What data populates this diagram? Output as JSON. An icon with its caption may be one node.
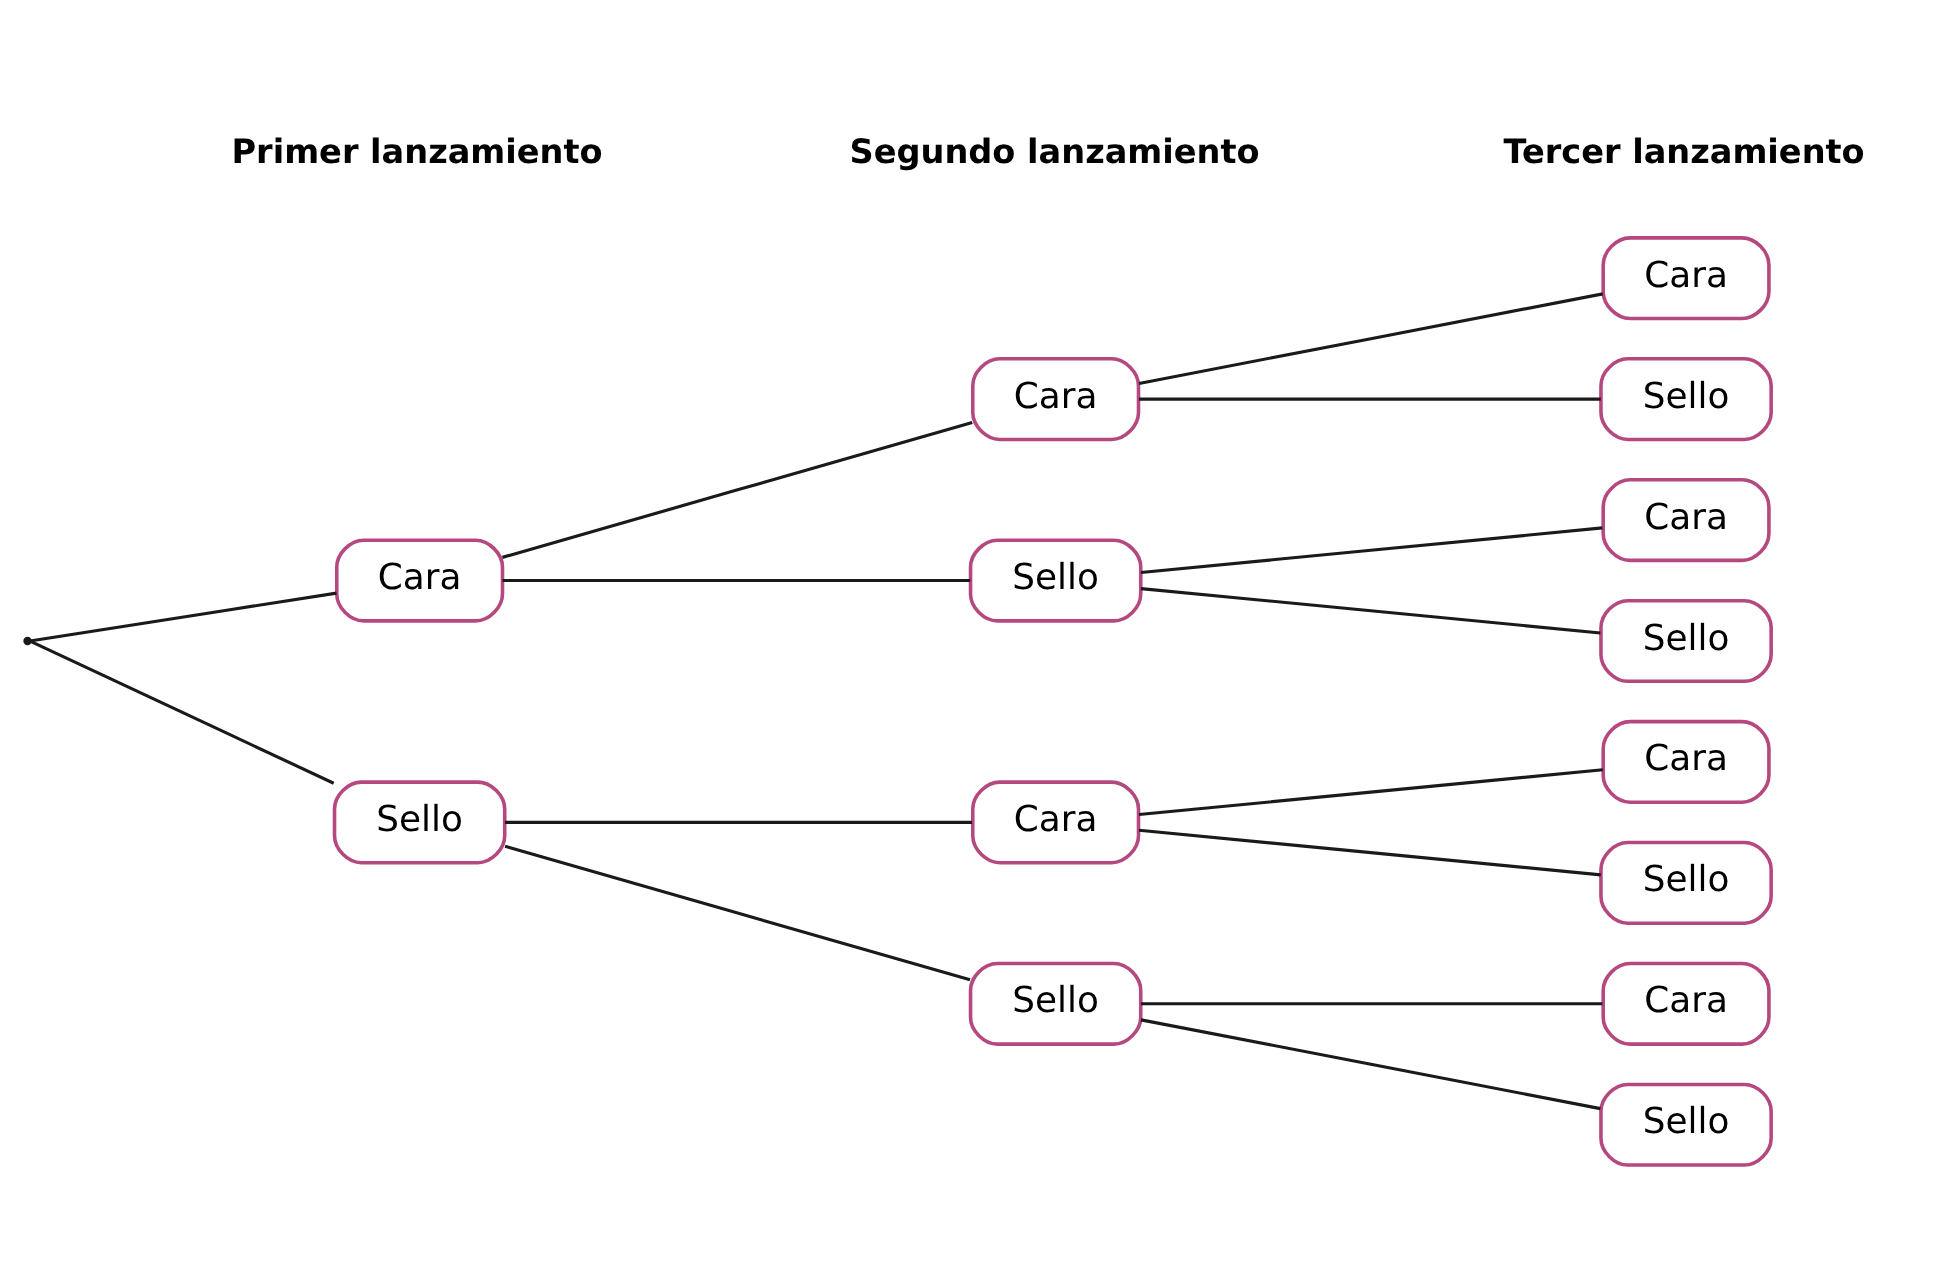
{
  "diagram": {
    "nodes": [
      {
        "text": [],
        "shape": "point"
      },
      {
        "text": [
          "Cara"
        ]
      },
      {
        "text": [
          "Sello"
        ]
      },
      {
        "text": [
          "Cara"
        ]
      },
      {
        "text": [
          "Sello"
        ]
      },
      {
        "text": [
          "Cara"
        ]
      },
      {
        "text": [
          "Sello"
        ]
      },
      {
        "text": [
          "Cara"
        ]
      },
      {
        "text": [
          "Sello"
        ]
      },
      {
        "text": [
          "Cara"
        ]
      },
      {
        "text": [
          "Sello"
        ]
      },
      {
        "text": [
          "Cara"
        ]
      },
      {
        "text": [
          "Sello"
        ]
      },
      {
        "text": [
          "Cara"
        ]
      },
      {
        "text": [
          "Sello"
        ]
      }
    ],
    "edges": [
      {
        "from": 0,
        "to": 1,
        "arrow": "none"
      },
      {
        "from": 0,
        "to": 2,
        "arrow": "none"
      },
      {
        "from": 1,
        "to": 3,
        "arrow": "none"
      },
      {
        "from": 1,
        "to": 4,
        "arrow": "none"
      },
      {
        "from": 2,
        "to": 5,
        "arrow": "none"
      },
      {
        "from": 2,
        "to": 6,
        "arrow": "none"
      },
      {
        "from": 3,
        "to": 7,
        "arrow": "none"
      },
      {
        "from": 3,
        "to": 8,
        "arrow": "none"
      },
      {
        "from": 4,
        "to": 9,
        "arrow": "none"
      },
      {
        "from": 4,
        "to": 10,
        "arrow": "none"
      },
      {
        "from": 5,
        "to": 11,
        "arrow": "none"
      },
      {
        "from": 5,
        "to": 12,
        "arrow": "none"
      },
      {
        "from": 6,
        "to": 13,
        "arrow": "none"
      },
      {
        "from": 6,
        "to": 14,
        "arrow": "none"
      }
    ],
    "labels": [
      "Primer lanzamiento",
      "Segundo lanzamiento",
      "Tercer lanzamiento"
    ]
  }
}
